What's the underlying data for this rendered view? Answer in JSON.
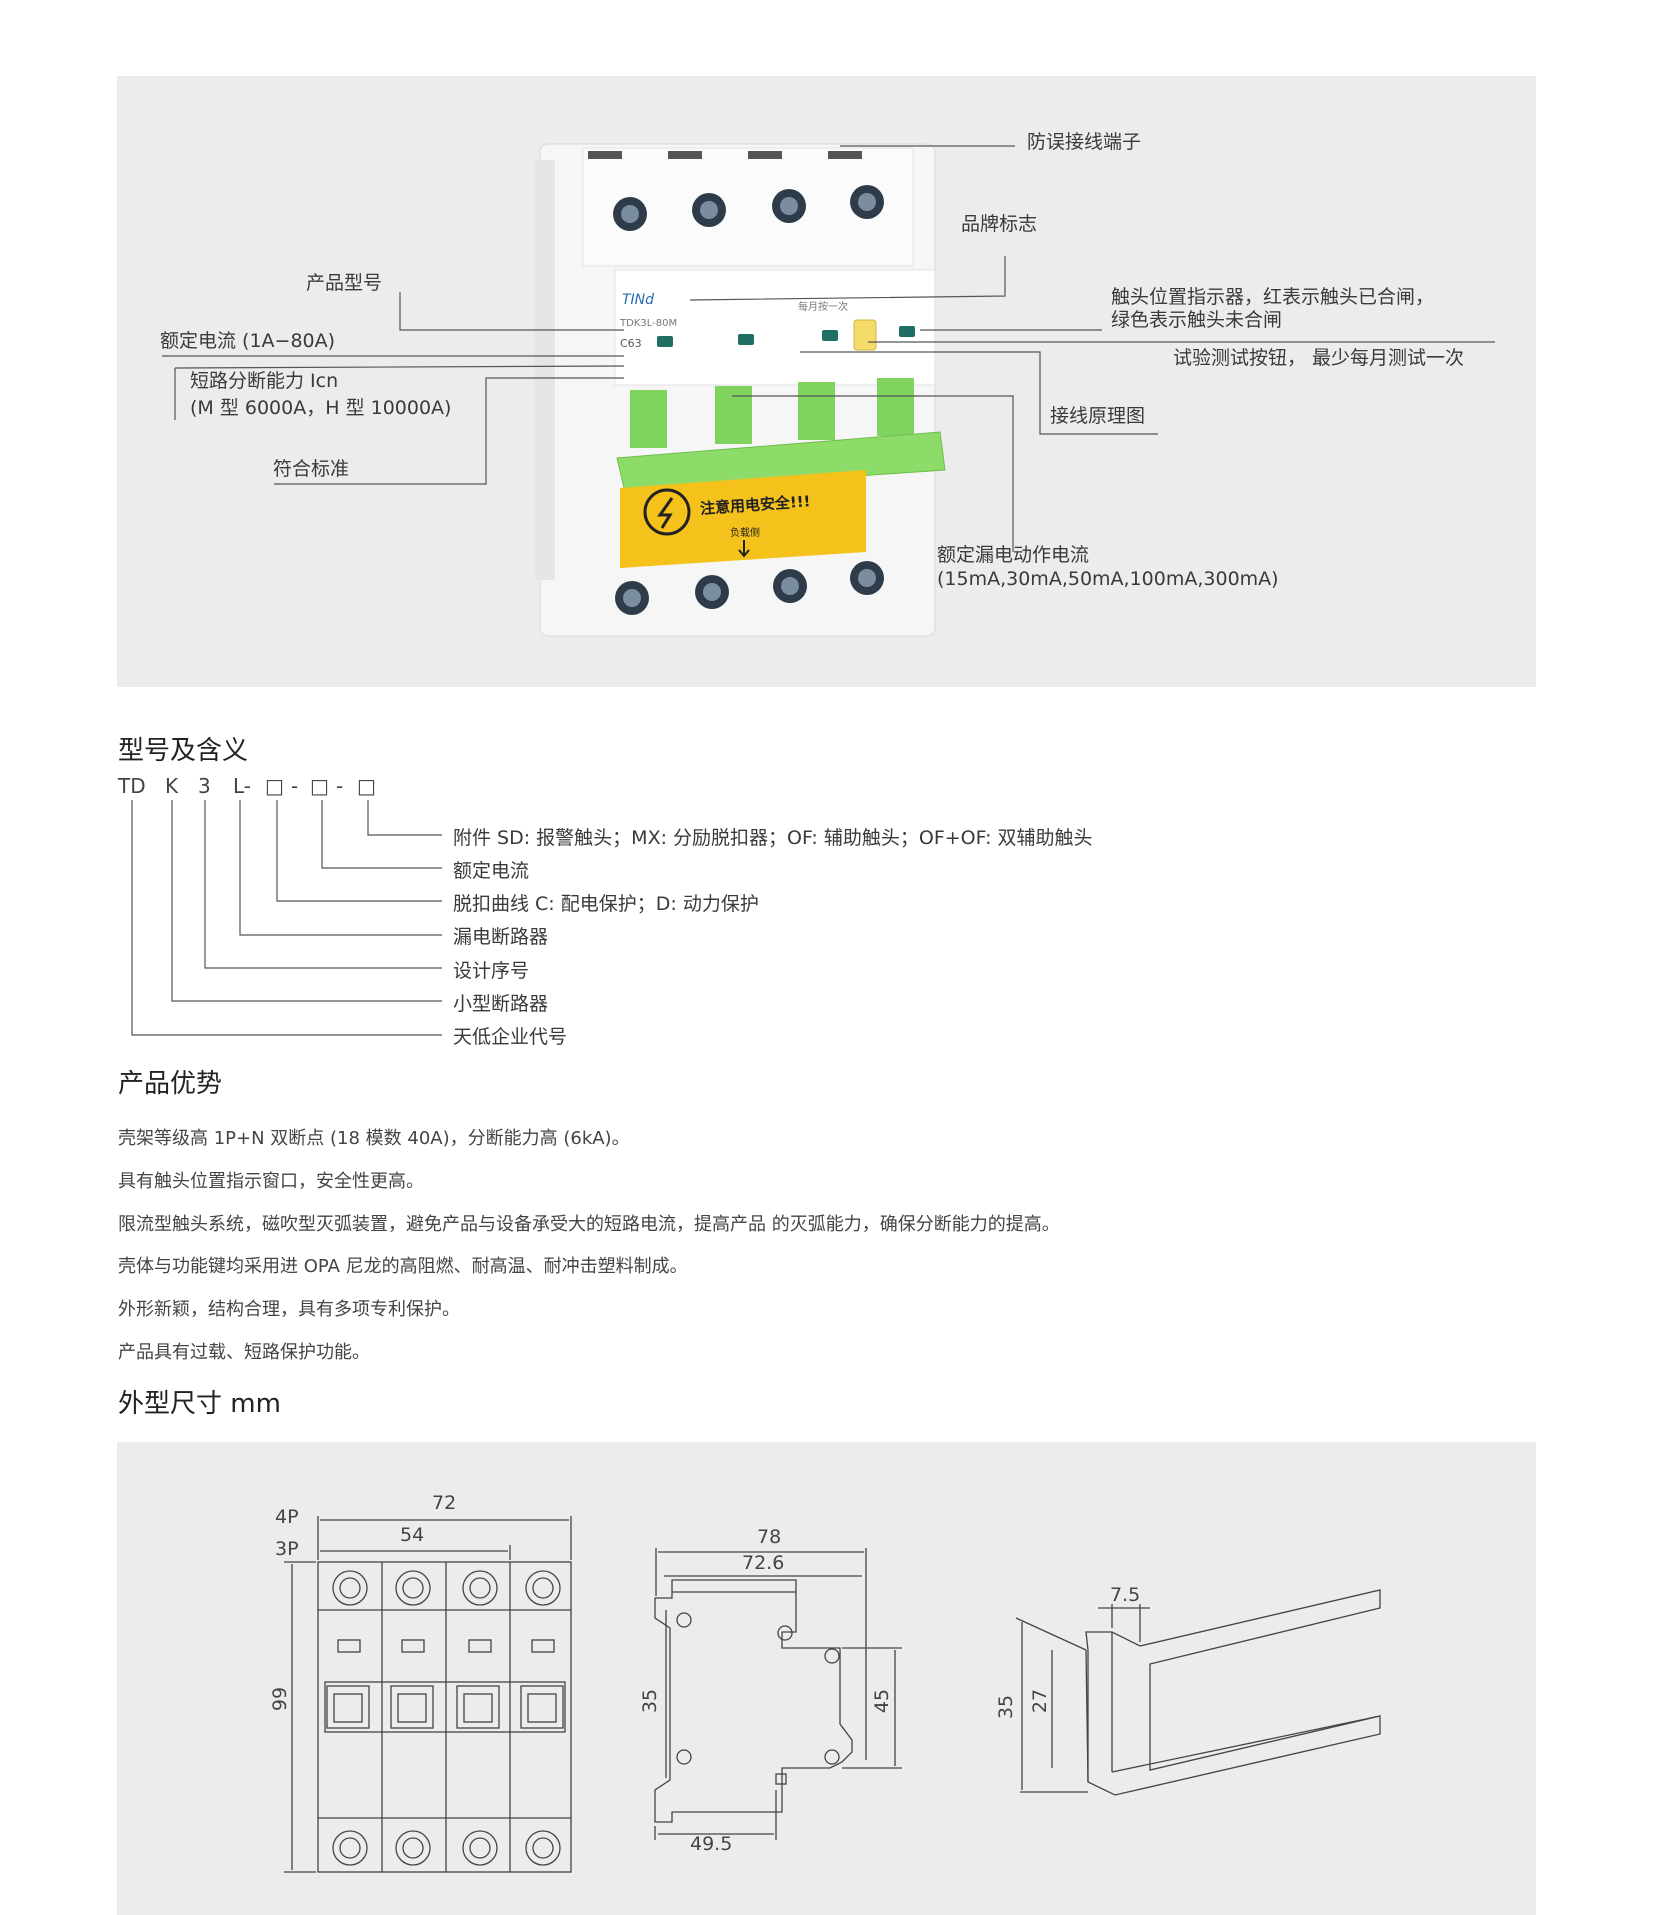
{
  "hero": {
    "labels": {
      "terminal": "防误接线端子",
      "brand": "品牌标志",
      "model": "产品型号",
      "rated_current": "额定电流 (1A−80A)",
      "breaking_line1": "短路分断能力 Icn",
      "breaking_line2": "(M 型 6000A，H 型 10000A)",
      "standard": "符合标准",
      "indicator_line1": "触头位置指示器，红表示触头已合闸，",
      "indicator_line2": "绿色表示触头未合闸",
      "test_button": "试验测试按钮， 最少每月测试一次",
      "wiring": "接线原理图",
      "leak_line1": "额定漏电动作电流",
      "leak_line2": "(15mA,30mA,50mA,100mA,300mA)"
    },
    "device": {
      "brand_mark": "TINd",
      "model_text": "TDK3L-80M",
      "rating_text": "C63",
      "test_text": "每月按一次",
      "warning_text": "注意用电安全!!!",
      "load_text": "负载侧",
      "body_color": "#f4f4f4",
      "handle_color": "#7fd460",
      "warning_color": "#f5c21b"
    }
  },
  "model": {
    "title": "型号及含义",
    "code": [
      "TD",
      "K",
      "3",
      "L-",
      "□",
      "-",
      "□",
      "-",
      "□"
    ],
    "meanings": [
      "附件 SD: 报警触头；MX: 分励脱扣器；OF: 辅助触头；OF+OF: 双辅助触头",
      "额定电流",
      "脱扣曲线  C: 配电保护；D: 动力保护",
      "漏电断路器",
      "设计序号",
      "小型断路器",
      "天低企业代号"
    ]
  },
  "advantages": {
    "title": "产品优势",
    "items": [
      "壳架等级高 1P+N 双断点 (18 模数 40A)，分断能力高 (6kA)。",
      "具有触头位置指示窗口，安全性更高。",
      "限流型触头系统，磁吹型灭弧装置，避免产品与设备承受大的短路电流，提高产品 的灭弧能力，确保分断能力的提高。",
      "壳体与功能键均采用进 OPA 尼龙的高阻燃、耐高温、耐冲击塑料制成。",
      "外形新颖，结构合理，具有多项专利保护。",
      "产品具有过载、短路保护功能。"
    ]
  },
  "dimensions": {
    "title": "外型尺寸 mm",
    "front": {
      "label_4p": "4P",
      "label_3p": "3P",
      "w4p": "72",
      "w3p": "54",
      "height": "99"
    },
    "side": {
      "w_total": "78",
      "w_inner": "72.6",
      "h_left": "35",
      "h_right": "45",
      "w_bottom": "49.5"
    },
    "rail": {
      "lip": "7.5",
      "h_outer": "35",
      "h_inner": "27"
    }
  }
}
